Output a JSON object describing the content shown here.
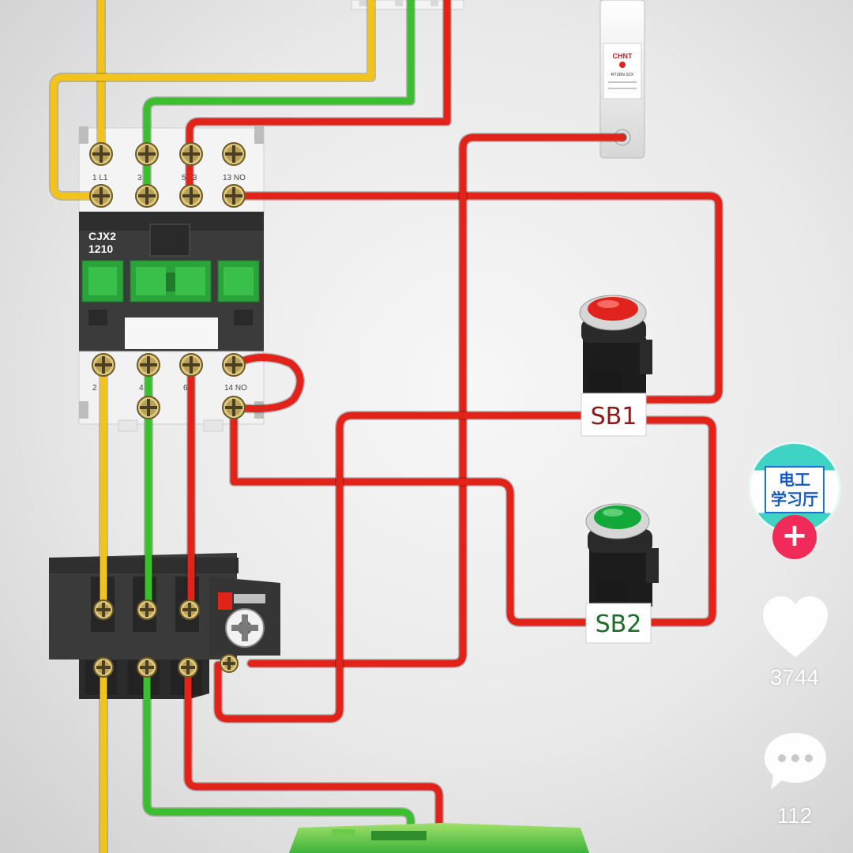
{
  "contactor": {
    "model_line1": "CJX2",
    "model_line2": "1210",
    "top_terminals": [
      "1 L1",
      "3",
      "5 L3",
      "13 NO"
    ],
    "bottom_terminals": [
      "2",
      "4",
      "6",
      "14 NO"
    ]
  },
  "fuse_holder": {
    "brand": "CHNT",
    "model": "RT28N-32X"
  },
  "buttons": {
    "sb1": {
      "label": "SB1",
      "cap_color": "#e0231c"
    },
    "sb2": {
      "label": "SB2",
      "cap_color": "#12a83a"
    }
  },
  "wire_colors": {
    "yellow": "#f2c31b",
    "green": "#3cbf2e",
    "red": "#e2231a"
  },
  "overlay": {
    "channel_avatar_text": [
      "电工",
      "学习厅"
    ],
    "follow_symbol": "+",
    "like_count": "3744",
    "comment_count": "112",
    "follow_color": "#f02b59"
  }
}
